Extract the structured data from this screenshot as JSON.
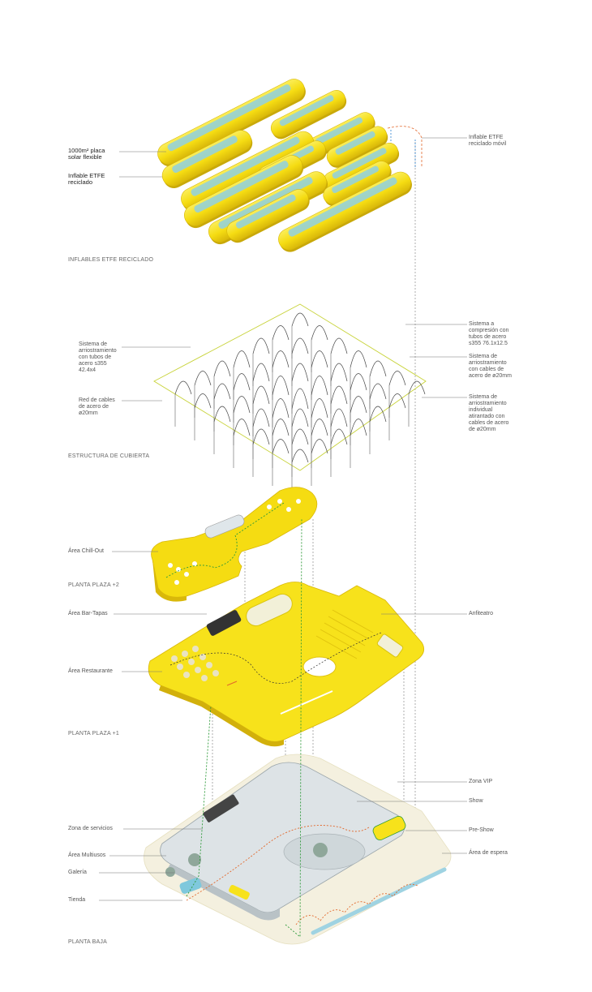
{
  "colors": {
    "yellow": "#f7e21b",
    "yellow_shade": "#e5c70e",
    "blue": "#7fc8dc",
    "line": "#888888",
    "green_path": "#2e9a3a",
    "orange_path": "#e2672a",
    "floor_grey": "#dde3e6"
  },
  "layers": {
    "inflables": {
      "title": "INFLABLES ETFE RECICLADO",
      "labels": {
        "placa_solar": "1000m² placa\nsolar flexible",
        "inflable_reciclado": "Inflable ETFE\nreciclado",
        "inflable_movil": "Inflable ETFE\nreciclado móvil"
      }
    },
    "estructura": {
      "title": "ESTRUCTURA DE CUBIERTA",
      "labels": {
        "arriostramiento_tubos": "Sistema de\narriostramiento\ncon tubos de\nacero s355\n42.4x4",
        "red_cables": "Red de cables\nde acero de\nø20mm",
        "compresion": "Sistema a\ncompresión con\ntubos de acero\ns355 76.1x12.5",
        "arriostramiento_cables": "Sistema de\narriostramiento\ncon cables de\nacero de ø20mm",
        "arriostramiento_individual": "Sistema de\narriostramiento\nindividual\natirantado con\ncables de acero\nde ø20mm"
      }
    },
    "plaza2": {
      "title": "PLANTA PLAZA +2",
      "labels": {
        "chill_out": "Área Chill-Out"
      }
    },
    "plaza1": {
      "title": "PLANTA PLAZA +1",
      "labels": {
        "bar_tapas": "Área Bar-Tapas",
        "restaurante": "Área Restaurante",
        "anfiteatro": "Anfiteatro"
      }
    },
    "baja": {
      "title": "PLANTA BAJA",
      "labels": {
        "zona_vip": "Zona VIP",
        "show": "Show",
        "zona_servicios": "Zona de servicios",
        "pre_show": "Pre-Show",
        "multiusos": "Área Multiusos",
        "espera": "Área de espera",
        "galeria": "Galería",
        "tienda": "Tienda"
      }
    }
  }
}
